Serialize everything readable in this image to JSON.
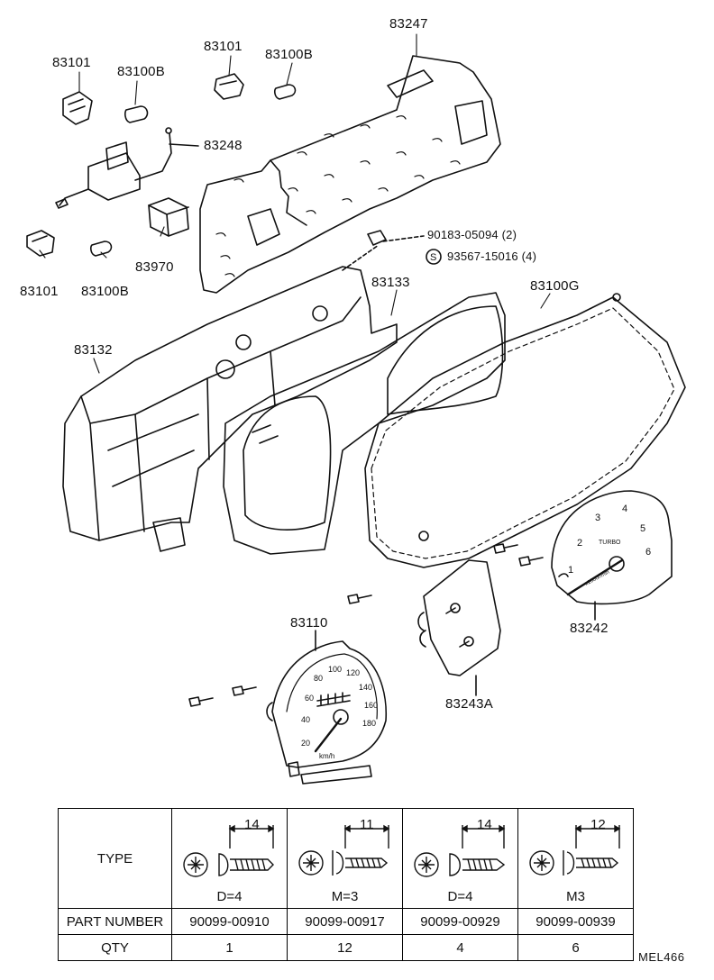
{
  "labels": {
    "p83101_a": "83101",
    "p83100b_a": "83100B",
    "p83101_b": "83101",
    "p83100b_b": "83100B",
    "p83247": "83247",
    "p83248": "83248",
    "p83970": "83970",
    "p83101_c": "83101",
    "p83100b_c": "83100B",
    "p90183": "90183-05094 (2)",
    "p93567": "93567-15016 (4)",
    "p93567_marker": "S",
    "p83133": "83133",
    "p83100g": "83100G",
    "p83132": "83132",
    "p83110": "83110",
    "p83242": "83242",
    "p83243a": "83243A"
  },
  "gauges": {
    "tach_ticks": [
      "1",
      "2",
      "3",
      "4",
      "5",
      "6"
    ],
    "tach_text": "TURBO",
    "tach_unit": "x1000r/min",
    "speed_ticks": [
      "20",
      "40",
      "60",
      "80",
      "100",
      "120",
      "140",
      "160",
      "180"
    ],
    "speed_unit": "km/h"
  },
  "table": {
    "row_labels": {
      "type": "TYPE",
      "part_number": "PART NUMBER",
      "qty": "QTY"
    },
    "columns": [
      {
        "dim": "14",
        "spec": "D=4",
        "part_number": "90099-00910",
        "qty": "1"
      },
      {
        "dim": "11",
        "spec": "M=3",
        "part_number": "90099-00917",
        "qty": "12"
      },
      {
        "dim": "14",
        "spec": "D=4",
        "part_number": "90099-00929",
        "qty": "4"
      },
      {
        "dim": "12",
        "spec": "M3",
        "part_number": "90099-00939",
        "qty": "6"
      }
    ]
  },
  "diagram_code": "MEL466"
}
